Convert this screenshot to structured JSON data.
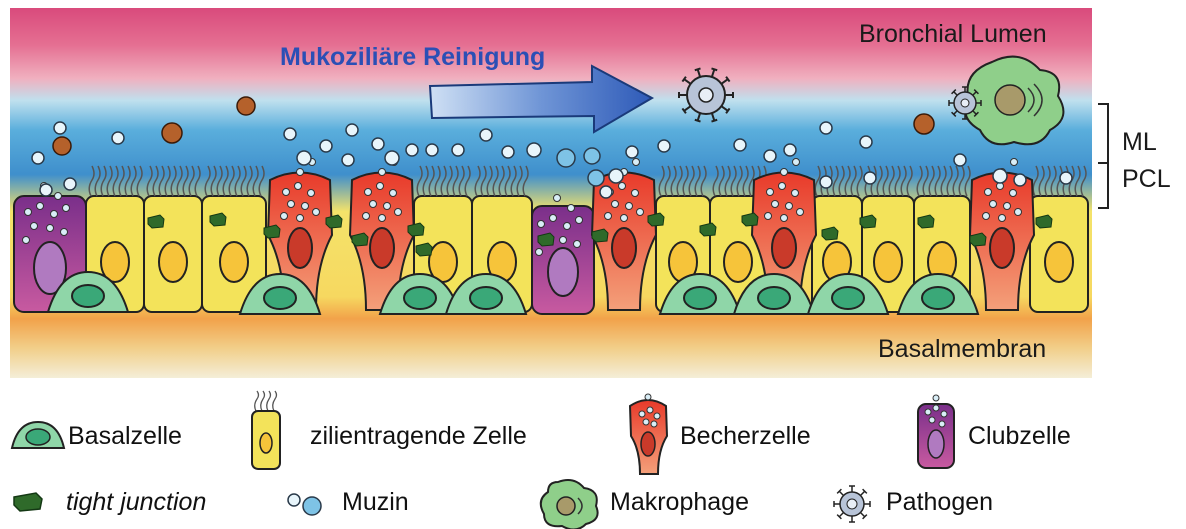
{
  "labels": {
    "lumen": "Bronchial Lumen",
    "clearance": "Mukoziliäre Reinigung",
    "ml": "ML",
    "pcl": "PCL",
    "basal_membrane": "Basalmembran"
  },
  "legend": {
    "basal_cell": "Basalzelle",
    "ciliated_cell": "zilientragende Zelle",
    "goblet_cell": "Becherzelle",
    "club_cell": "Clubzelle",
    "tight_junction": "tight junction",
    "mucin": "Muzin",
    "macrophage": "Makrophage",
    "pathogen": "Pathogen"
  },
  "colors": {
    "clearance_text": "#2b4fb5",
    "ciliated": "#f3e35a",
    "goblet": "#e8664a",
    "club": "#9a4a9a",
    "basal": "#7ccf9a",
    "tight_junction": "#2f6a2a",
    "mucin": "#7ec3e6",
    "particle": "#b5612b"
  },
  "icons": [
    "basal-cell-icon",
    "ciliated-cell-icon",
    "goblet-cell-icon",
    "club-cell-icon",
    "tight-junction-icon",
    "mucin-icon",
    "macrophage-icon",
    "pathogen-icon",
    "arrow-right-icon"
  ]
}
